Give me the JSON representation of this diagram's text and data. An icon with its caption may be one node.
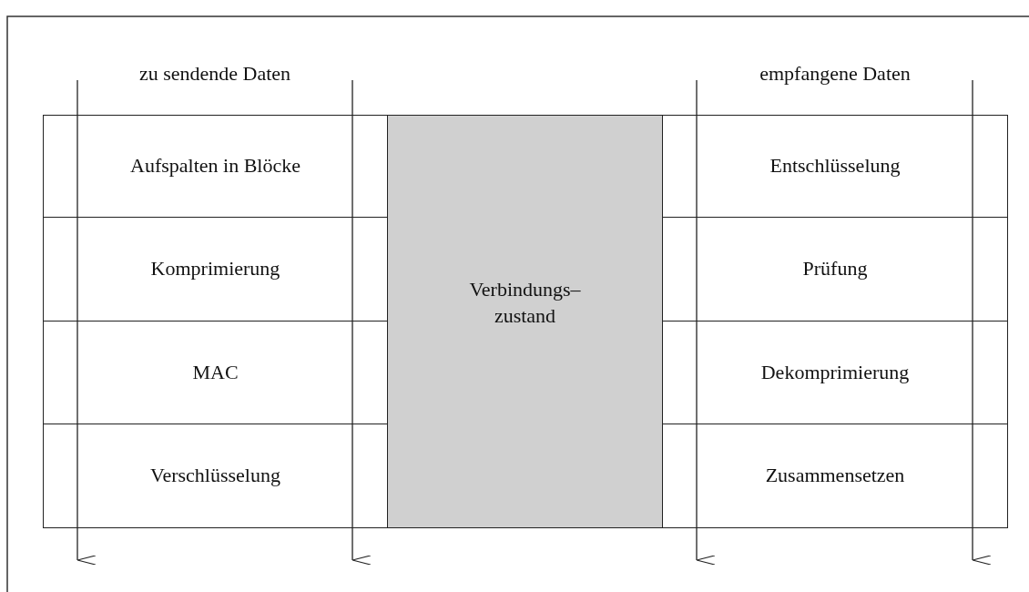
{
  "diagram": {
    "nodes": [
      {
        "text": [
          "Aufspalten in Blöcke"
        ]
      },
      {
        "text": [
          "Komprimierung"
        ]
      },
      {
        "text": [
          "MAC"
        ]
      },
      {
        "text": [
          "Verschlüsselung"
        ]
      },
      {
        "text": [
          "Verbindungs– zustand"
        ]
      },
      {
        "text": [
          "Entschlüsselung"
        ]
      },
      {
        "text": [
          "Prüfung"
        ]
      },
      {
        "text": [
          "Dekomprimierung"
        ]
      },
      {
        "text": [
          "Zusammensetzen"
        ]
      }
    ],
    "labels": [
      "zu sendende Daten",
      "empfangene Daten"
    ]
  }
}
